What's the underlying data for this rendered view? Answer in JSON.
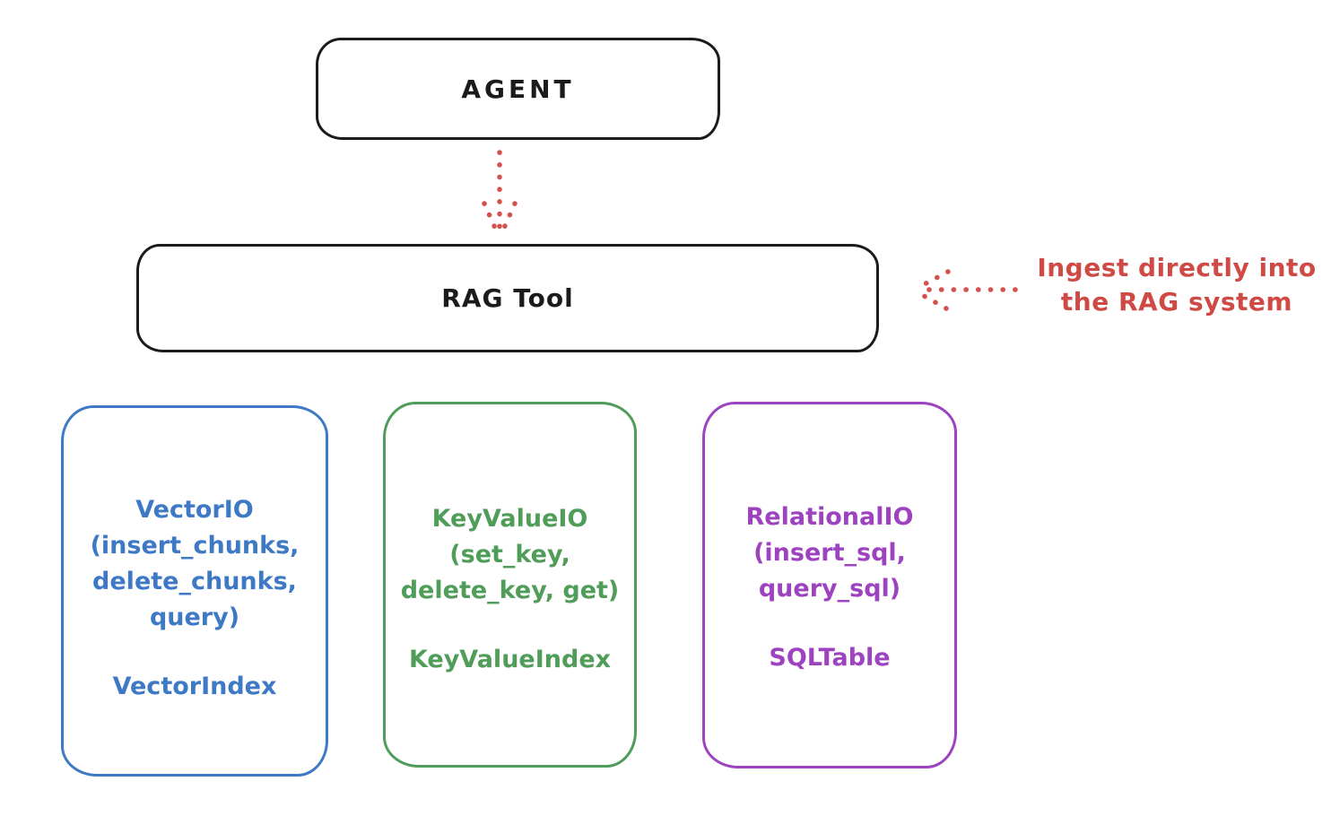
{
  "agent": {
    "label": "AGENT"
  },
  "rag_tool": {
    "label": "RAG Tool"
  },
  "annotation": {
    "line1": "Ingest directly into",
    "line2": "the RAG system",
    "color": "#cf4a45"
  },
  "colors": {
    "stroke_black": "#1b1b1b",
    "red": "#d4524e",
    "background": "#ffffff"
  },
  "modules": [
    {
      "name": "VectorIO",
      "color": "#3d79c4",
      "lines": [
        "VectorIO",
        "(insert_chunks,",
        "delete_chunks,",
        "query)"
      ],
      "index_label": "VectorIndex"
    },
    {
      "name": "KeyValueIO",
      "color": "#4f9d58",
      "lines": [
        "KeyValueIO",
        "(set_key,",
        "delete_key, get)"
      ],
      "index_label": "KeyValueIndex"
    },
    {
      "name": "RelationalIO",
      "color": "#9d43c0",
      "lines": [
        "RelationalIO",
        "(insert_sql,",
        "query_sql)"
      ],
      "index_label": "SQLTable"
    }
  ]
}
